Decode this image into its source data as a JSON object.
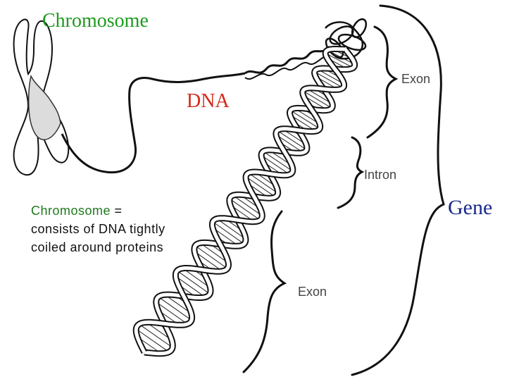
{
  "labels": {
    "chromosome": "Chromosome",
    "dna": "DNA",
    "gene": "Gene",
    "exon_top": "Exon",
    "intron": "Intron",
    "exon_bottom": "Exon"
  },
  "definition": {
    "term": "Chromosome",
    "rest_line1": " =",
    "line2": "consists of DNA tightly",
    "line3": "coiled around proteins"
  },
  "colors": {
    "chromosome_label": "#1e9a1e",
    "dna_label": "#d42a1a",
    "gene_label": "#1a2a8c"
  }
}
